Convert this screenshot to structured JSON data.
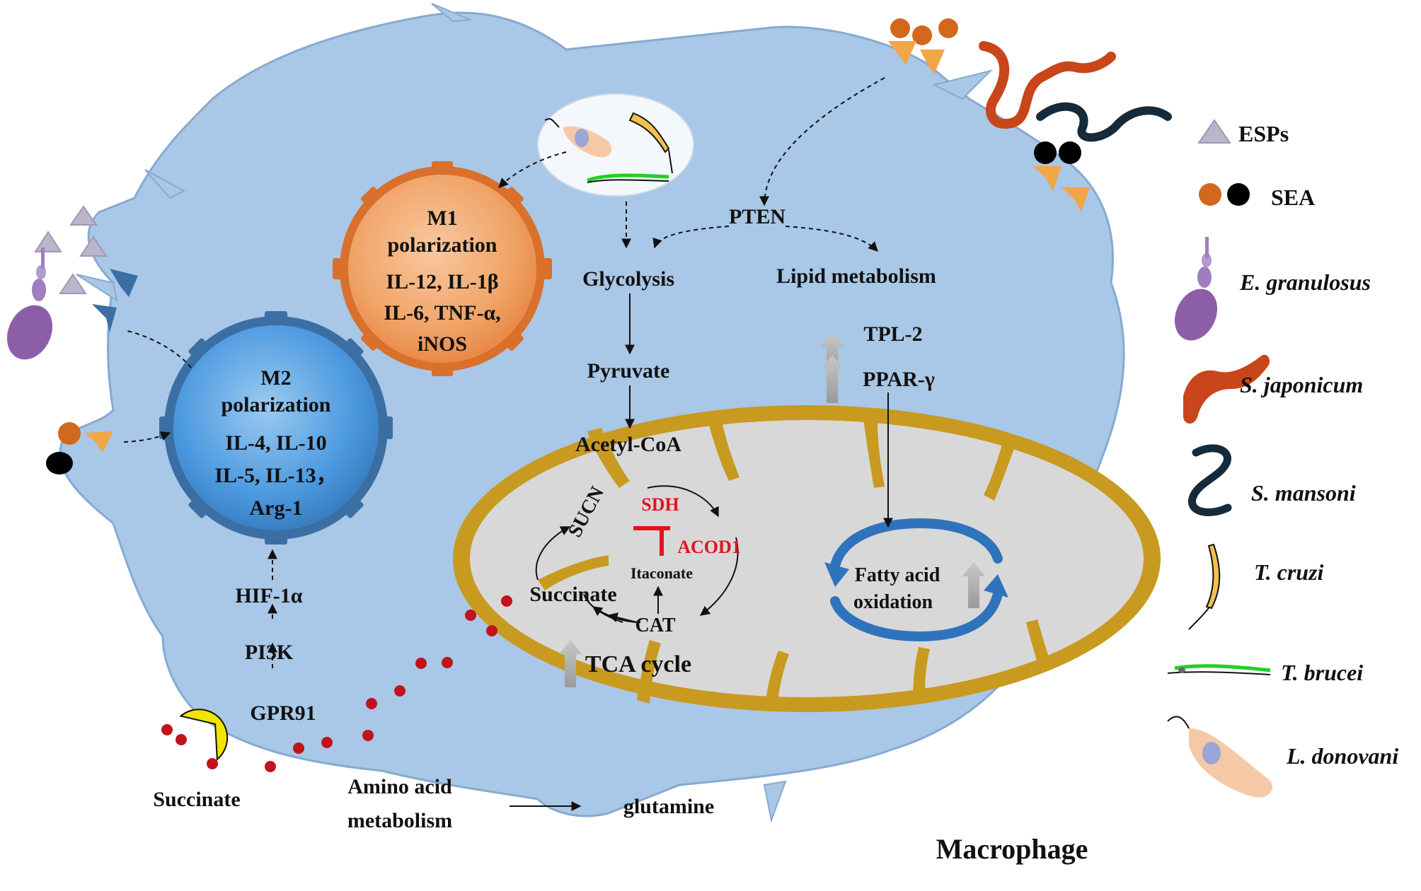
{
  "cell": {
    "name": "Macrophage"
  },
  "m1": {
    "title_line1": "M1",
    "title_line2": "polarization",
    "line3": "IL-12, IL-1β",
    "line4": "IL-6, TNF-α,",
    "line5": "iNOS"
  },
  "m2": {
    "title_line1": "M2",
    "title_line2": "polarization",
    "line3": "IL-4, IL-10",
    "line4": "IL-5, IL-13，",
    "line5": "Arg-1"
  },
  "pathway": {
    "pten": "PTEN",
    "glycolysis": "Glycolysis",
    "lipid_metabolism": "Lipid  metabolism",
    "pyruvate": "Pyruvate",
    "acetyl_coa": "Acetyl-CoA",
    "tpl2": "TPL-2",
    "ppar_gamma": "PPAR-γ",
    "hif1a": "HIF-1α",
    "pi3k": "PI3K",
    "gpr91": "GPR91",
    "succinate_outside": "Succinate",
    "amino_line1": "Amino  acid",
    "amino_line2": "metabolism",
    "glutamine": "glutamine"
  },
  "mito": {
    "sucn": "SUCN",
    "sdh": "SDH",
    "acod1": "ACOD1",
    "itaconate": "Itaconate",
    "succinate": "Succinate",
    "cat": "CAT",
    "tca_cycle": "TCA cycle",
    "fao_line1": "Fatty acid",
    "fao_line2": "oxidation"
  },
  "legend": {
    "items": [
      {
        "label": "ESPs",
        "icon": "triangle-icon",
        "italic": false
      },
      {
        "label": "SEA",
        "icon": "dots-icon",
        "italic": false
      },
      {
        "label": "E. granulosus",
        "icon": "e-granulosus-icon",
        "italic": true
      },
      {
        "label": "S. japonicum",
        "icon": "s-japonicum-icon",
        "italic": true
      },
      {
        "label": "S. mansoni",
        "icon": "s-mansoni-icon",
        "italic": true
      },
      {
        "label": "T. cruzi",
        "icon": "t-cruzi-icon",
        "italic": true
      },
      {
        "label": "T. brucei",
        "icon": "t-brucei-icon",
        "italic": true
      },
      {
        "label": "L. donovani",
        "icon": "l-donovani-icon",
        "italic": true
      }
    ]
  },
  "colors": {
    "cell_fill": "#a9c7e6",
    "cell_edge": "#86aad2",
    "m1_fill": "#f0a468",
    "m1_edge": "#d9702c",
    "m2_fill": "#3f8fd6",
    "m2_edge": "#3b6fa4",
    "mito_outer": "#c89a20",
    "mito_inner": "#d8d8d8",
    "inhibit_red": "#e0141e",
    "succinate_dot": "#c2121b",
    "sea_orange": "#d2681d",
    "s_japonicum": "#c8461a",
    "s_mansoni": "#152a3a"
  }
}
